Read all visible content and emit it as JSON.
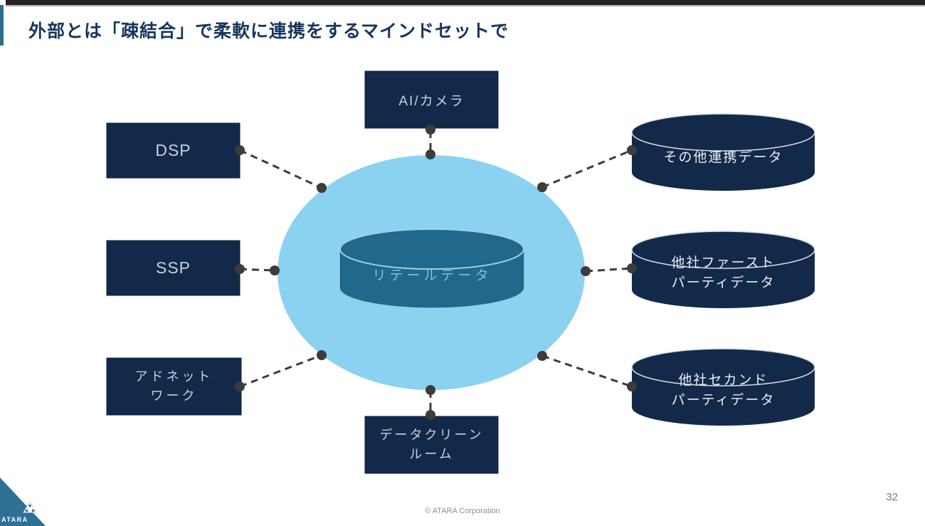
{
  "slide": {
    "title": "外部とは「疎結合」で柔軟に連携をするマインドセットで",
    "footer": "© ATARA Corporation",
    "page_number": "32",
    "logo_text": "ATARA"
  },
  "diagram": {
    "center": {
      "label": "リテールデータ"
    },
    "nodes": {
      "ai_camera": {
        "label": "AI/カメラ"
      },
      "dsp": {
        "label": "DSP"
      },
      "ssp": {
        "label": "SSP"
      },
      "ad_network": {
        "lines": [
          "アドネット",
          "ワーク"
        ]
      },
      "data_clean_room": {
        "lines": [
          "データクリーン",
          "ルーム"
        ]
      },
      "other_linked_data": {
        "label": "その他連携データ"
      },
      "first_party": {
        "lines": [
          "他社ファースト",
          "パーティデータ"
        ]
      },
      "second_party": {
        "lines": [
          "他社セカンド",
          "パーティデータ"
        ]
      }
    },
    "colors": {
      "node_box": "#13294a",
      "center_ellipse": "#8bd2f0",
      "center_cylinder": "#20688c",
      "connector": "#3c3c3c",
      "accent": "#2e6f8e",
      "title_text": "#16365c"
    }
  }
}
